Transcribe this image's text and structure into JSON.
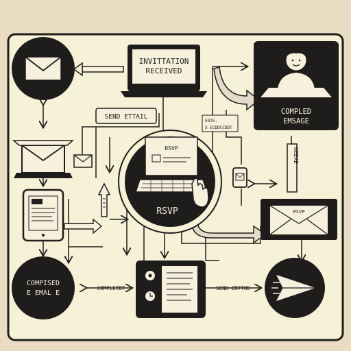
{
  "colors": {
    "background": "#e9dcc2",
    "panel": "#f7f1d7",
    "ink": "#1e1d1b",
    "paper": "#f6f0dc",
    "accent": "#d8d0c0"
  },
  "nodes": {
    "invitation_received": {
      "line1": "INVITTATION",
      "line2": "RECEIVED"
    },
    "send_email": {
      "label": "SEND ETTAIL"
    },
    "completed_message": {
      "line1": "COMPLED",
      "line2": "EMSAGE"
    },
    "small_note": {
      "line1": "EOTE.",
      "line2": "X ECDDCCDDT"
    },
    "rsvp_center": {
      "screen": "RSVP",
      "label": "RSVP"
    },
    "rsvp_envelope": {
      "label": "RSVP"
    },
    "vertical_label": {
      "text": "NEERE"
    },
    "composed_email": {
      "line1": "COMPISED",
      "line2": "E EMAL E"
    },
    "completed": {
      "label": "COMPLETBT"
    },
    "send_entered": {
      "label": "SEND ENTTOD"
    }
  },
  "icons": [
    "envelope-icon",
    "laptop-icon",
    "person-icon",
    "open-envelope-laptop-icon",
    "small-envelope-icon",
    "tablet-icon",
    "upload-arrow-icon",
    "computer-icon",
    "hand-pointer-icon",
    "phone-icon",
    "document-icon",
    "paper-plane-icon"
  ]
}
